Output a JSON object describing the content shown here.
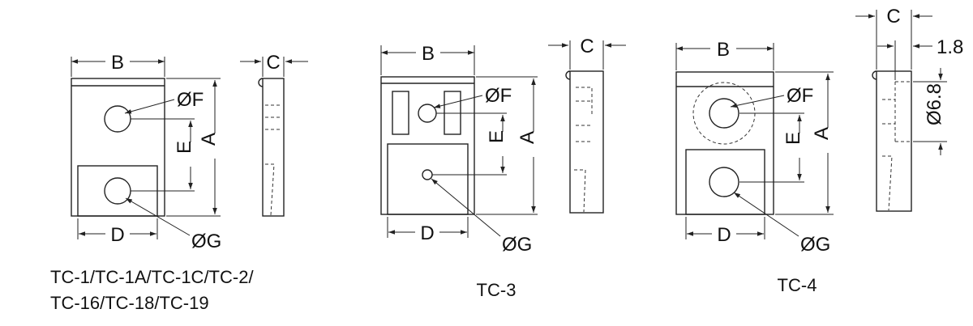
{
  "dimensions": {
    "B": "B",
    "C": "C",
    "A": "A",
    "E": "E",
    "D": "D",
    "F": "ØF",
    "G": "ØG",
    "slot": "1.8",
    "bore": "Ø6.8"
  },
  "captions": {
    "tc1_line1": "TC-1/TC-1A/TC-1C/TC-2/",
    "tc1_line2": "TC-16/TC-18/TC-19",
    "tc3": "TC-3",
    "tc4": "TC-4"
  }
}
